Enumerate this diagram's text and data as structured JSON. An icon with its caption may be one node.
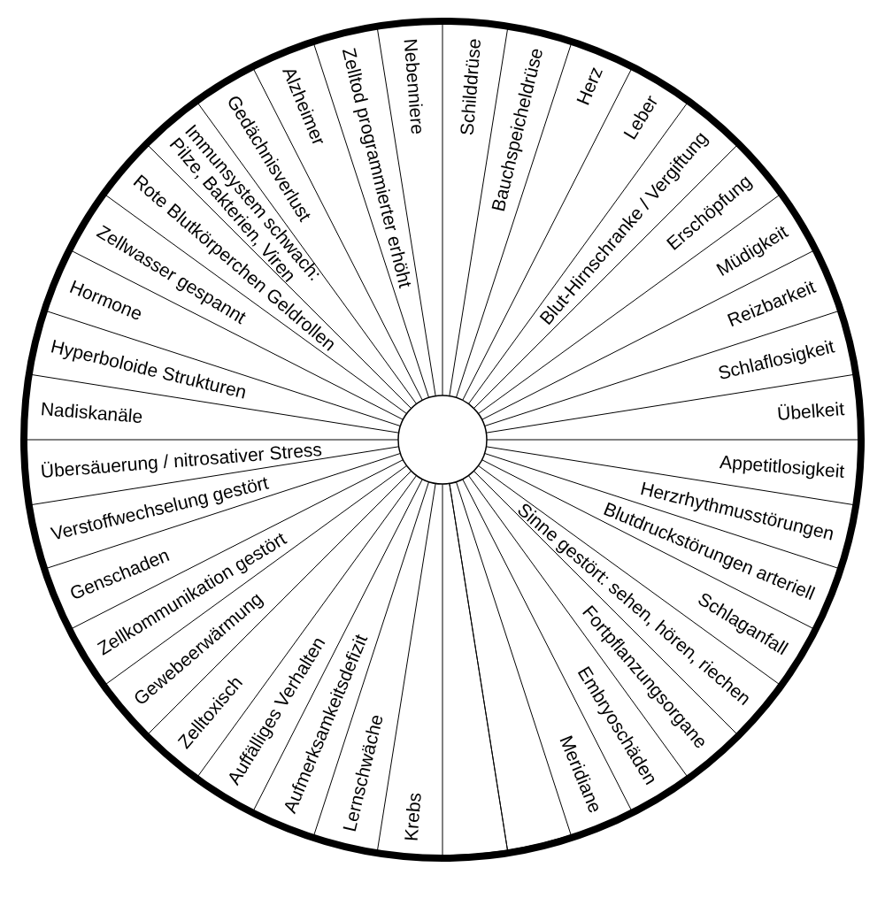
{
  "diagram": {
    "nodes": [
      {
        "text": [
          "Schilddrüse"
        ]
      },
      {
        "text": [
          "Bauchspeicheldrüse"
        ]
      },
      {
        "text": [
          "Herz"
        ]
      },
      {
        "text": [
          "Leber"
        ]
      },
      {
        "text": [
          "Blut-Hirnschranke / Vergiftung"
        ]
      },
      {
        "text": [
          "Erschöpfung"
        ]
      },
      {
        "text": [
          "Müdigkeit"
        ]
      },
      {
        "text": [
          "Reizbarkeit"
        ]
      },
      {
        "text": [
          "Schlaflosigkeit"
        ]
      },
      {
        "text": [
          "Übelkeit"
        ]
      },
      {
        "text": [
          "Appetitlosigkeit"
        ]
      },
      {
        "text": [
          "Herzrhythmusstörungen"
        ]
      },
      {
        "text": [
          "Blutdruckstörungen arteriell"
        ]
      },
      {
        "text": [
          "Schlaganfall"
        ]
      },
      {
        "text": [
          "Sinne gestört: sehen, hören, riechen"
        ]
      },
      {
        "text": [
          "Fortpflanzungsorgane"
        ]
      },
      {
        "text": [
          "Embryoschäden"
        ]
      },
      {
        "text": [
          "Meridiane"
        ]
      },
      {
        "text": [],
        "shape": "sector"
      },
      {
        "text": [],
        "shape": "sector"
      },
      {
        "text": [
          "Krebs"
        ]
      },
      {
        "text": [
          "Lernschwäche"
        ]
      },
      {
        "text": [
          "Aufmerksamkeitsdefizit"
        ]
      },
      {
        "text": [
          "Auffälliges Verhalten"
        ]
      },
      {
        "text": [
          "Zelltoxisch"
        ]
      },
      {
        "text": [
          "Gewebeerwärmung"
        ]
      },
      {
        "text": [
          "Zellkommunikation gestört"
        ]
      },
      {
        "text": [
          "Genschaden"
        ]
      },
      {
        "text": [
          "Verstoffwechselung gestört"
        ]
      },
      {
        "text": [
          "Übersäuerung / nitrosativer Stress"
        ]
      },
      {
        "text": [
          "Nadiskanäle"
        ]
      },
      {
        "text": [
          "Hyperboloide Strukturen"
        ]
      },
      {
        "text": [
          "Hormone"
        ]
      },
      {
        "text": [
          "Zellwasser gespannt"
        ]
      },
      {
        "text": [
          "Rote Blutkörperchen Geldrollen"
        ]
      },
      {
        "text": [
          "Immunsystem schwach: Pilze, Bakterien, Viren"
        ]
      },
      {
        "text": [
          "Gedächnisverlust"
        ]
      },
      {
        "text": [
          "Alzheimer"
        ]
      },
      {
        "text": [
          "Zelltod programmierter erhöht"
        ]
      },
      {
        "text": [
          "Nebenniere"
        ]
      },
      {
        "text": [],
        "shape": "circle"
      }
    ]
  }
}
